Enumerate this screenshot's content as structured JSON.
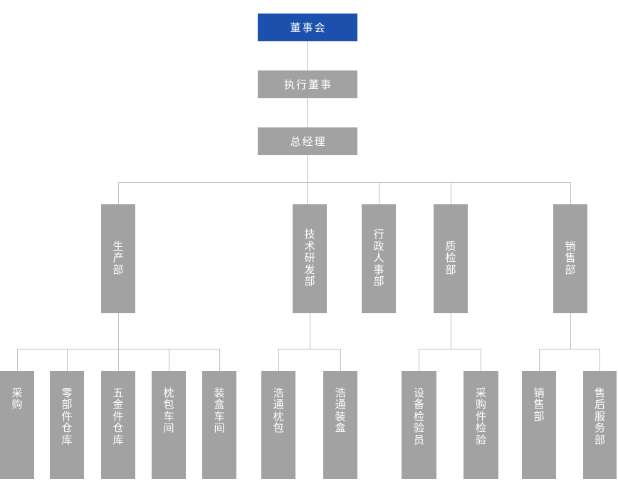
{
  "org_chart": {
    "root": {
      "label": "董事会"
    },
    "level2": {
      "label": "执行董事"
    },
    "level3": {
      "label": "总经理"
    },
    "departments": [
      {
        "label": "生产部",
        "children": [
          "采购",
          "零部件仓库",
          "五金件仓库",
          "枕包车间",
          "装盒车间"
        ]
      },
      {
        "label": "技术研发部",
        "children": [
          "浩通枕包",
          "浩通装盒"
        ]
      },
      {
        "label": "行政人事部",
        "children": []
      },
      {
        "label": "质检部",
        "children": [
          "设备检验员",
          "采购件检验"
        ]
      },
      {
        "label": "销售部",
        "children": [
          "销售部",
          "售后服务部"
        ]
      }
    ],
    "colors": {
      "root_bg": "#1B51AC",
      "node_bg": "#A2A2A2",
      "connector": "#BFBFBF",
      "text": "#FFFFFF"
    }
  }
}
